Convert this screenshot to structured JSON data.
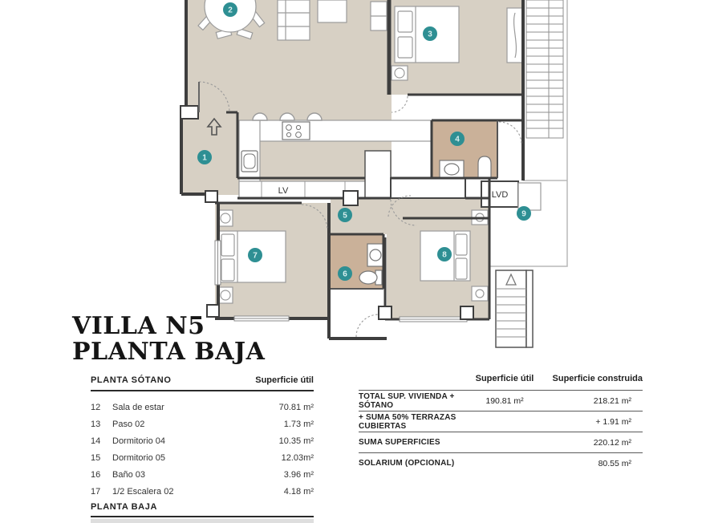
{
  "title": {
    "line1": "VILLA N5",
    "line2": "PLANTA BAJA"
  },
  "plan": {
    "markers": [
      "1",
      "2",
      "3",
      "4",
      "5",
      "6",
      "7",
      "8",
      "9"
    ],
    "labels": {
      "lv": "LV",
      "lvd": "LVD"
    },
    "colors": {
      "floor": "#d7d0c4",
      "bathroom_floor": "#cab199",
      "wall": "#3e3e3e",
      "marker": "#2e8f93"
    }
  },
  "sotano_table": {
    "section": "PLANTA SÓTANO",
    "col_header": "Superficie útil",
    "rows": [
      {
        "num": "12",
        "name": "Sala de estar",
        "area": "70.81 m²"
      },
      {
        "num": "13",
        "name": "Paso 02",
        "area": "1.73 m²"
      },
      {
        "num": "14",
        "name": "Dormitorio 04",
        "area": "10.35 m²"
      },
      {
        "num": "15",
        "name": "Dormitorio 05",
        "area": "12.03m²"
      },
      {
        "num": "16",
        "name": "Baño 03",
        "area": "3.96 m²"
      },
      {
        "num": "17",
        "name": "1/2 Escalera 02",
        "area": "4.18 m²"
      }
    ],
    "next_section": "PLANTA BAJA"
  },
  "summary_table": {
    "col1_header": "Superficie útil",
    "col2_header": "Superficie construida",
    "rows": [
      {
        "label": "TOTAL SUP. VIVIENDA + SÓTANO",
        "util": "190.81 m²",
        "construida": "218.21 m²"
      },
      {
        "label": "+ SUMA 50% TERRAZAS CUBIERTAS",
        "util": "",
        "construida": "+ 1.91 m²"
      },
      {
        "label": "SUMA SUPERFICIES",
        "util": "",
        "construida": "220.12 m²"
      },
      {
        "label": "SOLARIUM (OPCIONAL)",
        "util": "",
        "construida": "80.55 m²"
      }
    ]
  }
}
